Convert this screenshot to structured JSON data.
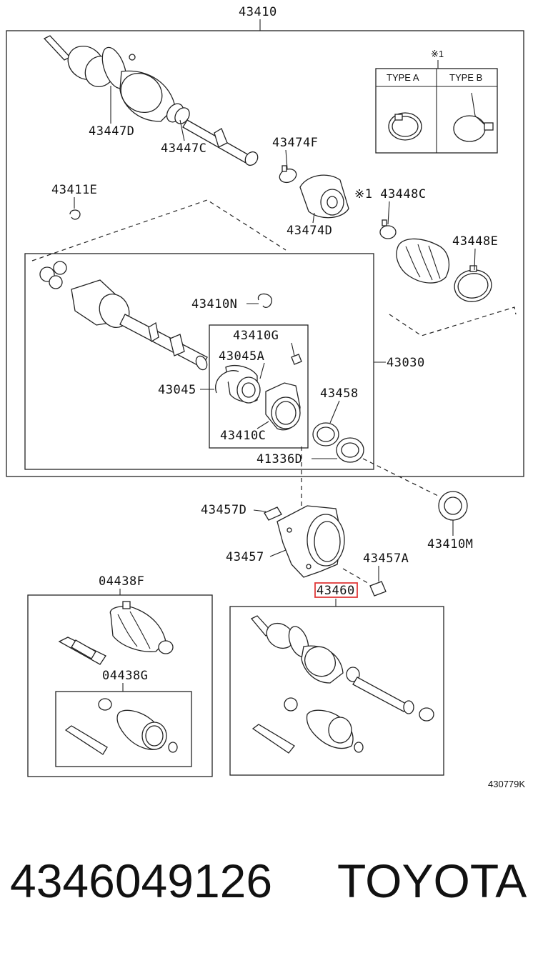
{
  "diagram": {
    "labels": {
      "assembly_top": "43410",
      "p43447D": "43447D",
      "p43447C": "43447C",
      "p43474F": "43474F",
      "p43474D": "43474D",
      "p43411E": "43411E",
      "p43448C": "※1 43448C",
      "p43448E": "43448E",
      "p43410N": "43410N",
      "p43410G": "43410G",
      "p43045A": "43045A",
      "p43045": "43045",
      "p43030": "43030",
      "p43458": "43458",
      "p43410C": "43410C",
      "p41336D": "41336D",
      "p43457D": "43457D",
      "p43457": "43457",
      "p43457A": "43457A",
      "p43410M": "43410M",
      "p43460": "43460",
      "p04438F": "04438F",
      "p04438G": "04438G"
    },
    "type_table": {
      "note_mark": "※1",
      "type_a": "TYPE A",
      "type_b": "TYPE B"
    },
    "figure_code": "430779K"
  },
  "footer": {
    "part_number": "4346049126",
    "brand": "TOYOTA"
  },
  "colors": {
    "line": "#222222",
    "highlight": "#e03a3a",
    "background": "#ffffff"
  }
}
